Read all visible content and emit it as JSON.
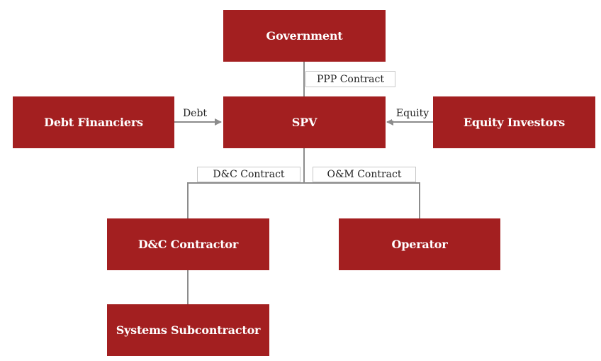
{
  "colors": {
    "node_fill": "#a31f20",
    "node_text": "#ffffff",
    "connector": "#8c8c8c",
    "label_border": "#c8c8c8"
  },
  "nodes": {
    "government": "Government",
    "spv": "SPV",
    "debt_financiers": "Debt Financiers",
    "equity_investors": "Equity Investors",
    "dc_contractor": "D&C Contractor",
    "operator": "Operator",
    "systems_subcontractor": "Systems Subcontractor"
  },
  "edge_labels": {
    "ppp_contract": "PPP Contract",
    "debt": "Debt",
    "equity": "Equity",
    "dc_contract": "D&C Contract",
    "om_contract": "O&M Contract"
  }
}
